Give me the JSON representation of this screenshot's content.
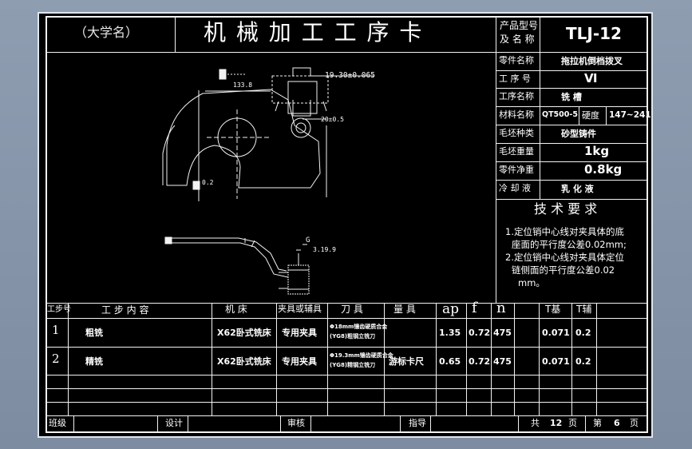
{
  "header": {
    "university": "（大学名）",
    "title": "机 械 加 工 工 序 卡",
    "product_model_label": "产品型号\n及 名 称",
    "product_model_label_1": "产品型号",
    "product_model_label_2": "及 名 称",
    "product_model_value": "TLJ-12"
  },
  "info": {
    "rows": [
      {
        "label": "零件名称",
        "value": "拖拉机倒档拨叉"
      },
      {
        "label": "工 序 号",
        "value": "Ⅵ"
      },
      {
        "label": "工序名称",
        "value": "铣  槽"
      },
      {
        "label": "材料名称",
        "value": "QT500-5",
        "hardness_label": "硬度",
        "hardness_value": "147~241"
      },
      {
        "label": "毛坯种类",
        "value": "砂型铸件"
      },
      {
        "label": "毛坯重量",
        "value": "1kg"
      },
      {
        "label": "零件净重",
        "value": "0.8kg"
      },
      {
        "label": "冷 却 液",
        "value": "乳 化 液"
      }
    ]
  },
  "tech_requirements": {
    "title": "技 术 要 求",
    "lines": [
      "1.定位销中心线对夹具体的底",
      "座面的平行度公差0.02mm;",
      "2.定位销中心线对夹具体定位",
      "链侧面的平行度公差0.02",
      "mm。"
    ]
  },
  "drawing": {
    "dim_1": "19.30±0.065",
    "dim_2": "133.8",
    "dim_3": "20±0.5",
    "dim_4": "0.2",
    "dim_5": "G",
    "dim_6": "3.19.9"
  },
  "steps_table": {
    "headers": {
      "step_no": "工步号",
      "step_content": "工 步 内 容",
      "machine": "机 床",
      "fixture": "夹具或辅具",
      "tool": "刀 具",
      "gauge": "量 具",
      "ap": "ap",
      "f": "f",
      "n": "n",
      "t_base": "T基",
      "t_aux": "T辅"
    },
    "rows": [
      {
        "no": "1",
        "content": "粗铣",
        "machine": "X62卧式铣床",
        "fixture": "专用夹具",
        "tool_1": "Φ18mm镶齿硬质合金",
        "tool_2": "(YG8)粗钢立铣刀",
        "gauge": "",
        "ap": "1.35",
        "f": "0.72",
        "n": "475",
        "t_base": "0.071",
        "t_aux": "0.2"
      },
      {
        "no": "2",
        "content": "精铣",
        "machine": "X62卧式铣床",
        "fixture": "专用夹具",
        "tool_1": "Φ19.3mm镶齿硬质合金",
        "tool_2": "(YG8)精钢立铣刀",
        "gauge": "游标卡尺",
        "ap": "0.65",
        "f": "0.72",
        "n": "475",
        "t_base": "0.071",
        "t_aux": "0.2"
      }
    ]
  },
  "footer": {
    "class_label": "班级",
    "design_label": "设计",
    "review_label": "审核",
    "guide_label": "指导",
    "total_label_pre": "共",
    "total_pages": "12",
    "total_label_post": "页",
    "current_label_pre": "第",
    "current_page": "6",
    "current_label_post": "页"
  }
}
